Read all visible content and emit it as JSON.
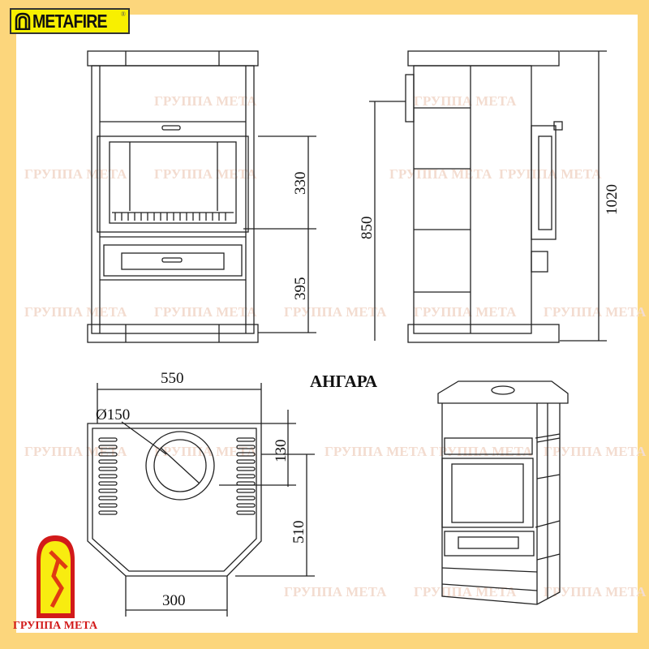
{
  "brand": {
    "logo_text": "METAFIRE",
    "registered": "®",
    "group_name": "ГРУППА МЕТА",
    "watermark": "ГРУППА МЕТА"
  },
  "product": {
    "name": "АНГАРА"
  },
  "dimensions": {
    "front_upper": "330",
    "front_lower": "395",
    "side_height_inner": "850",
    "side_height_total": "1020",
    "top_width": "550",
    "flue_diameter": "Ø150",
    "top_depth_front": "130",
    "top_depth": "510",
    "bottom_width": "300"
  },
  "colors": {
    "border": "#fcd67c",
    "logo_bg": "#f8f000",
    "brand_red": "#d21a1a",
    "line": "#222222"
  }
}
